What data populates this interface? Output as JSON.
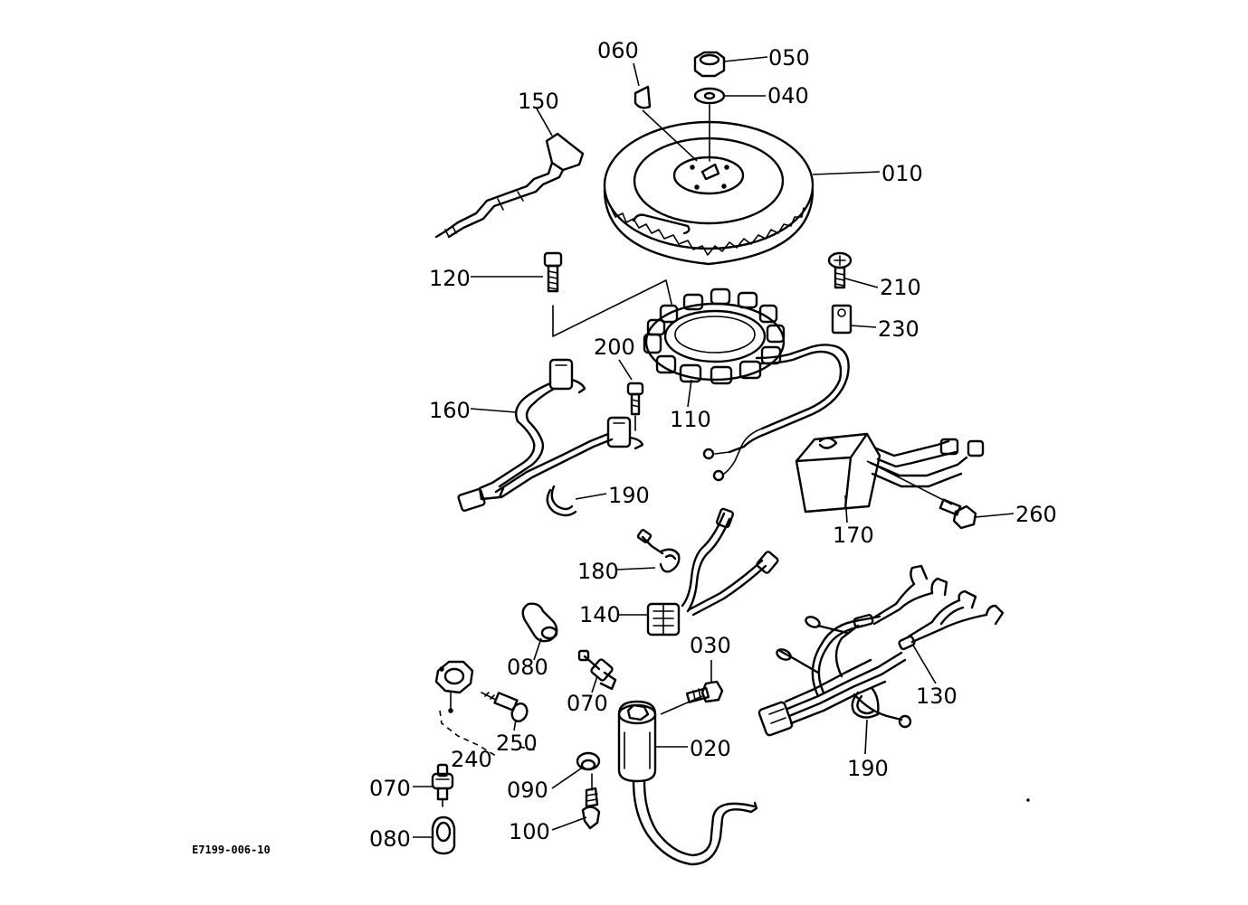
{
  "diagram": {
    "labels": {
      "p010": "010",
      "p020": "020",
      "p030": "030",
      "p040": "040",
      "p050": "050",
      "p060": "060",
      "p070a": "070",
      "p070b": "070",
      "p080a": "080",
      "p080b": "080",
      "p090": "090",
      "p100": "100",
      "p110": "110",
      "p120": "120",
      "p130": "130",
      "p140": "140",
      "p150": "150",
      "p160": "160",
      "p170": "170",
      "p180": "180",
      "p190a": "190",
      "p190b": "190",
      "p200": "200",
      "p210": "210",
      "p230": "230",
      "p240": "240",
      "p250": "250",
      "p260": "260"
    },
    "figure_code": "E7199-006-10"
  }
}
